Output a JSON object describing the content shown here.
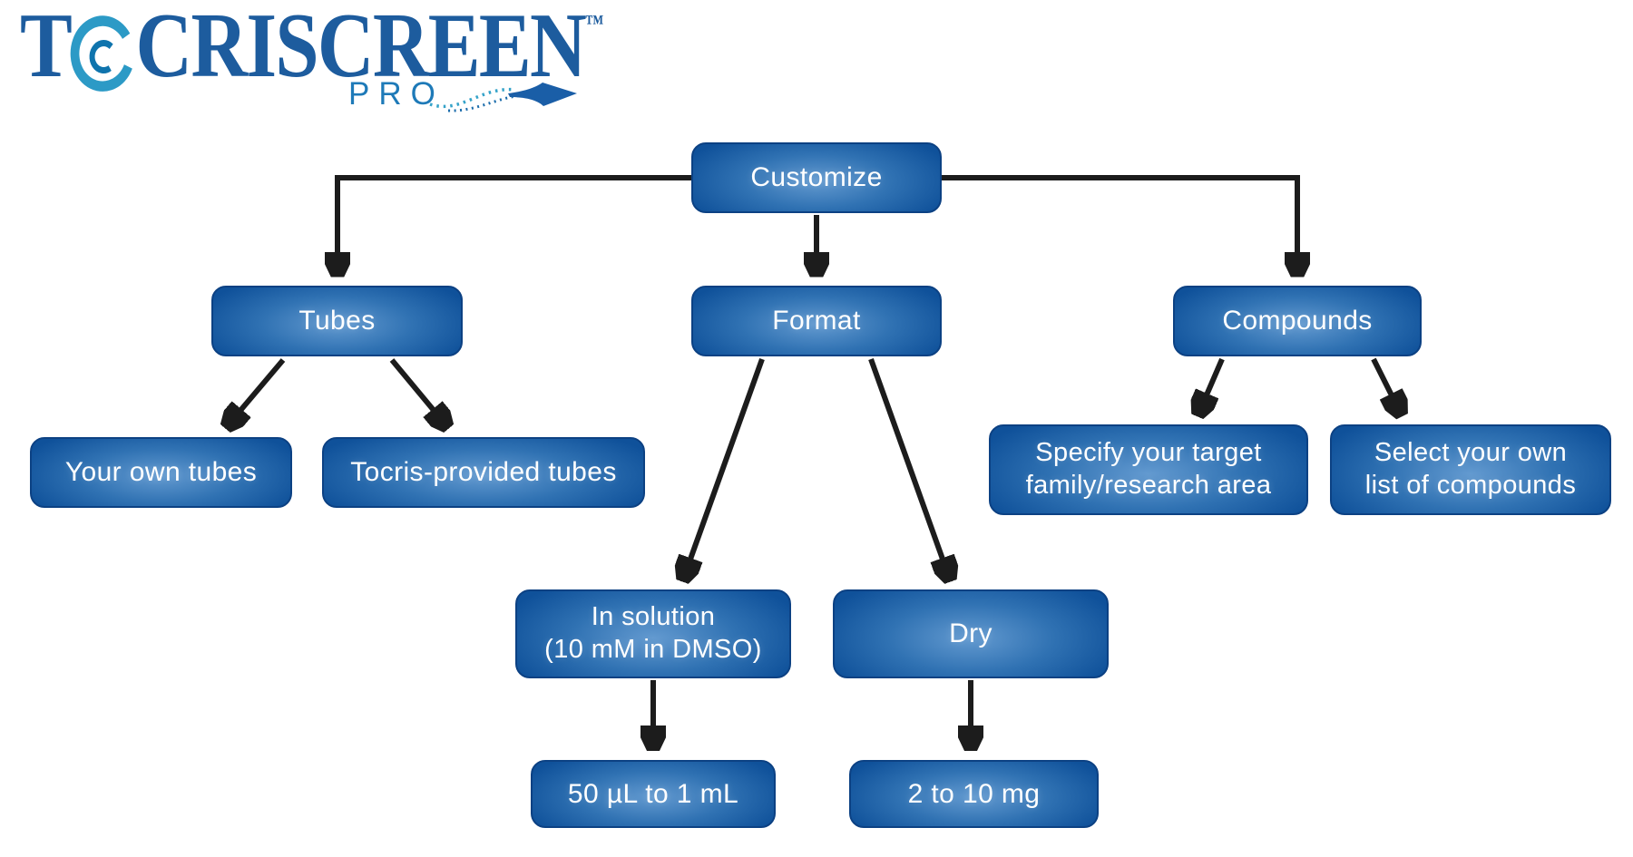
{
  "logo": {
    "word_start": "T",
    "word_end": "CRISCREEN",
    "trademark": "™",
    "subbrand": "PRO"
  },
  "icons": {
    "logo_o": "swirl-ring-o",
    "wave": "dotted-wave-arrow-right"
  },
  "nodes": {
    "customize": {
      "label": "Customize"
    },
    "tubes": {
      "label": "Tubes"
    },
    "format": {
      "label": "Format"
    },
    "compounds": {
      "label": "Compounds"
    },
    "your_own_tubes": {
      "label": "Your own tubes"
    },
    "tocris_provided_tubes": {
      "label": "Tocris-provided tubes"
    },
    "specify_target": {
      "line1": "Specify your target",
      "line2": "family/research area"
    },
    "select_own": {
      "line1": "Select your own",
      "line2": "list of compounds"
    },
    "in_solution": {
      "line1": "In solution",
      "line2": "(10 mM in DMSO)"
    },
    "dry": {
      "label": "Dry"
    },
    "volume_range": {
      "label": "50 µL to 1 mL"
    },
    "mass_range": {
      "label": "2 to 10 mg"
    }
  },
  "edges": [
    {
      "from": "customize",
      "to": "tubes"
    },
    {
      "from": "customize",
      "to": "format"
    },
    {
      "from": "customize",
      "to": "compounds"
    },
    {
      "from": "tubes",
      "to": "your_own_tubes"
    },
    {
      "from": "tubes",
      "to": "tocris_provided_tubes"
    },
    {
      "from": "format",
      "to": "in_solution"
    },
    {
      "from": "format",
      "to": "dry"
    },
    {
      "from": "compounds",
      "to": "specify_target"
    },
    {
      "from": "compounds",
      "to": "select_own"
    },
    {
      "from": "in_solution",
      "to": "volume_range"
    },
    {
      "from": "dry",
      "to": "mass_range"
    }
  ],
  "colors": {
    "node_center": "#639ad0",
    "node_mid": "#3072b3",
    "node_edge": "#0f519a",
    "node_border": "#0c4183",
    "node_text": "#ffffff",
    "arrow": "#1c1c1c",
    "logo_serif_blue": "#1d5c9e",
    "logo_pro_blue": "#1e7ab8",
    "swirl_light_teal": "#2c9ac6",
    "swirl_dark_teal": "#0f74ad",
    "background": "#ffffff"
  }
}
